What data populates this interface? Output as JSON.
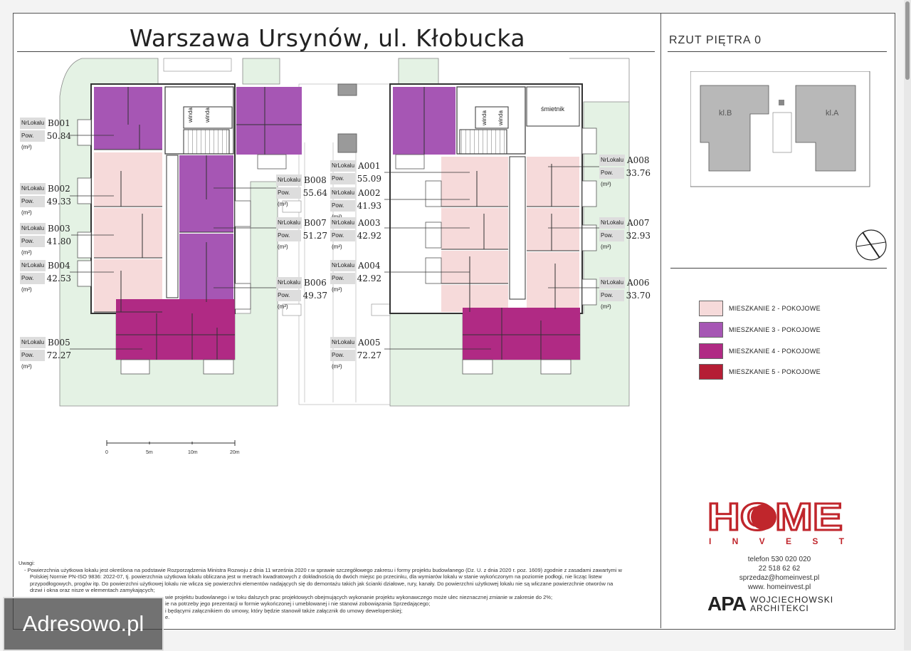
{
  "title": "Warszawa Ursynów, ul. Kłobucka",
  "floor_title": "RZUT PIĘTRA 0",
  "key_plan": {
    "label_b": "kl.B",
    "label_a": "kl.A"
  },
  "stair_labels": [
    "winda",
    "winda",
    "winda",
    "winda"
  ],
  "bin_label": "śmietnik",
  "tag_keys": {
    "nr": "NrLokalu",
    "pow": "Pow. (m²)"
  },
  "units": [
    {
      "id": "B001",
      "area": "50.84"
    },
    {
      "id": "B002",
      "area": "49.33"
    },
    {
      "id": "B003",
      "area": "41.80"
    },
    {
      "id": "B004",
      "area": "42.53"
    },
    {
      "id": "B005",
      "area": "72.27"
    },
    {
      "id": "B008",
      "area": "55.64"
    },
    {
      "id": "B007",
      "area": "51.27"
    },
    {
      "id": "B006",
      "area": "49.37"
    },
    {
      "id": "A001",
      "area": "55.09"
    },
    {
      "id": "A002",
      "area": "41.93"
    },
    {
      "id": "A003",
      "area": "42.92"
    },
    {
      "id": "A004",
      "area": "42.92"
    },
    {
      "id": "A005",
      "area": "72.27"
    },
    {
      "id": "A008",
      "area": "33.76"
    },
    {
      "id": "A007",
      "area": "32.93"
    },
    {
      "id": "A006",
      "area": "33.70"
    }
  ],
  "scale": {
    "ticks": [
      "0",
      "5m",
      "10m",
      "20m"
    ]
  },
  "legend": [
    {
      "label": "MIESZKANIE 2 - POKOJOWE",
      "color": "#f6dada"
    },
    {
      "label": "MIESZKANIE 3 - POKOJOWE",
      "color": "#a656b4"
    },
    {
      "label": "MIESZKANIE 4 - POKOJOWE",
      "color": "#b02a84"
    },
    {
      "label": "MIESZKANIE 5 - POKOJOWE",
      "color": "#b51d35"
    }
  ],
  "colors": {
    "green": "#e4f2e4",
    "pink": "#f6dada",
    "purple": "#a656b4",
    "magenta": "#b02a84",
    "red": "#b51d35",
    "brand": "#c0262c"
  },
  "notes": {
    "heading": "Uwagi:",
    "l1": "- Powierzchnia użytkowa lokalu jest określona na podstawie Rozporządzenia Ministra Rozwoju z dnia 11 września 2020 r.w sprawie szczegółowego zakresu i formy projektu budowlanego (Dz. U. z dnia 2020 r. poz. 1609) zgodnie z zasadami zawartymi w",
    "l2": "Polskiej Normie PN-ISO 9836: 2022-07, tj. powierzchnia użytkowa lokalu obliczana jest w metrach kwadratowych z dokładnością do dwóch miejsc po przecinku, dla wymiarów lokalu w stanie wykończonym na poziomie podłogi, nie licząc listew",
    "l3": "przypodłogowych, progów itp. Do powierzchni użytkowej lokalu nie wlicza się powierzchni elementów nadających się do demontażu takich jak ścianki działowe, rury, kanały. Do powierzchni użytkowej lokalu nie są wliczane powierzchnie otworów na",
    "l4": "drzwi i okna oraz nisze w elementach zamykających;",
    "l5": "wie projektu budowlanego i w toku dalszych prac projektowych obejmujących wykonanie projektu wykonawczego może ulec nieznacznej zmianie w zakresie do 2%;",
    "l6": "ie na potrzeby jego prezentacji w formie wykończonej i umeblowanej i nie stanowi zobowiązania Sprzedającego;",
    "l7": "i będącymi załącznikiem do umowy, który będzie stanowił także załącznik do umowy deweloperskiej;",
    "l8": "e."
  },
  "brand": {
    "logo": "HOME",
    "sub": "INVEST"
  },
  "contact": {
    "phone1": "telefon 530 020 020",
    "phone2": "22 518 62 62",
    "email": "sprzedaz@homeinvest.pl",
    "web": "www. homeinvest.pl"
  },
  "architect": {
    "logo": "APA",
    "line1": "WOJCIECHOWSKI",
    "line2": "ARCHITEKCI"
  },
  "watermark": "Adresowo.pl"
}
